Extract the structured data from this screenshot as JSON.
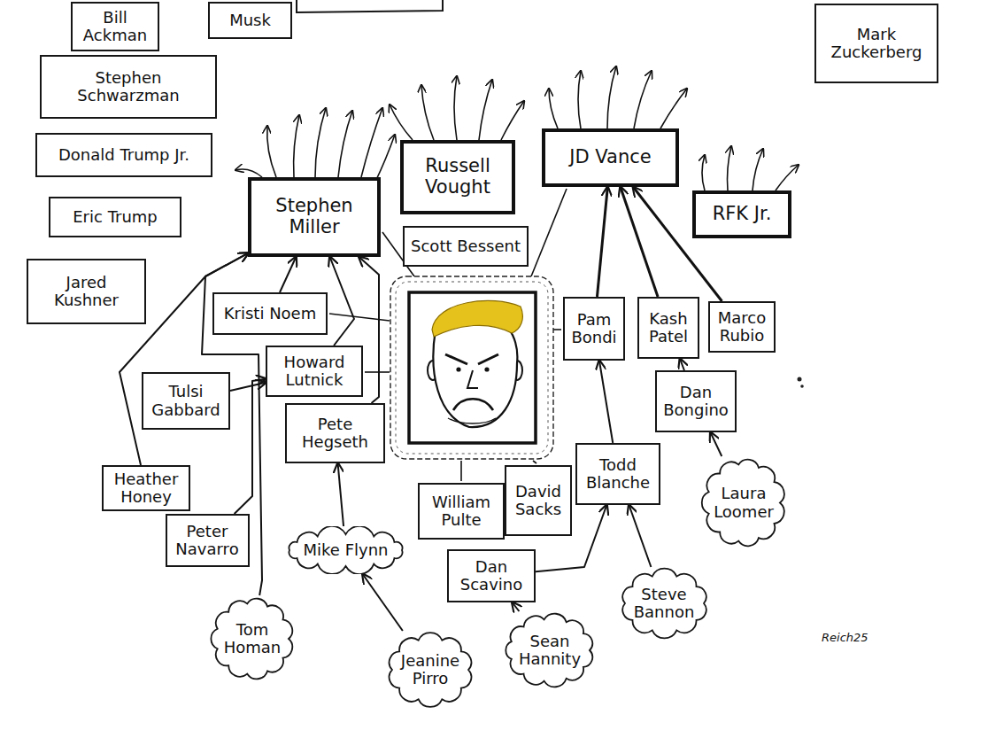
{
  "diagram": {
    "nodes": [
      {
        "text": [
          "Bill Ackman"
        ]
      },
      {
        "text": [
          "Musk"
        ]
      },
      {
        "text": [
          "Mark Zuckerberg"
        ]
      },
      {
        "text": [
          "Stephen Schwarzman"
        ]
      },
      {
        "text": [
          "Donald Trump Jr."
        ]
      },
      {
        "text": [
          "Eric Trump"
        ]
      },
      {
        "text": [
          "Jared Kushner"
        ]
      },
      {
        "text": [
          "Stephen Miller"
        ]
      },
      {
        "text": [
          "Russell Vought"
        ]
      },
      {
        "text": [
          "JD Vance"
        ]
      },
      {
        "text": [
          "RFK Jr."
        ]
      },
      {
        "text": [
          "Scott Bessent"
        ]
      },
      {
        "text": [
          "Kristi Noem"
        ]
      },
      {
        "text": [
          "Pam Bondi"
        ]
      },
      {
        "text": [
          "Kash Patel"
        ]
      },
      {
        "text": [
          "Marco Rubio"
        ]
      },
      {
        "text": [
          "Howard Lutnick"
        ]
      },
      {
        "text": [
          "Tulsi Gabbard"
        ]
      },
      {
        "text": [
          "Dan Bongino"
        ]
      },
      {
        "text": [
          "Pete Hegseth"
        ]
      },
      {
        "text": [
          "Todd Blanche"
        ]
      },
      {
        "text": [
          "Heather Honey"
        ]
      },
      {
        "text": [
          "David Sacks"
        ]
      },
      {
        "text": [
          "William Pulte"
        ]
      },
      {
        "text": [
          "Laura Loomer"
        ]
      },
      {
        "text": [
          "Peter Navarro"
        ]
      },
      {
        "text": [
          "Mike Flynn"
        ]
      },
      {
        "text": [
          "Dan Scavino"
        ]
      },
      {
        "text": [
          "Steve Bannon"
        ]
      },
      {
        "text": [
          "Sean Hannity"
        ]
      },
      {
        "text": [
          "Tom Homan"
        ]
      },
      {
        "text": [
          "Jeanine Pirro"
        ]
      }
    ],
    "edges": [
      {
        "from": 12,
        "to": 7,
        "arrow": "to"
      },
      {
        "from": 16,
        "to": 7,
        "arrow": "to"
      },
      {
        "from": 19,
        "to": 7,
        "arrow": "to"
      },
      {
        "from": 17,
        "to": 16,
        "arrow": "to"
      },
      {
        "from": 21,
        "to": 7,
        "arrow": "to"
      },
      {
        "from": 25,
        "to": 16,
        "arrow": "to"
      },
      {
        "from": 30,
        "to": 7,
        "arrow": "to"
      },
      {
        "from": 26,
        "to": 19,
        "arrow": "to"
      },
      {
        "from": 31,
        "to": 26,
        "arrow": "to"
      },
      {
        "from": 29,
        "to": 27,
        "arrow": "to"
      },
      {
        "from": 27,
        "to": 20,
        "arrow": "to"
      },
      {
        "from": 28,
        "to": 20,
        "arrow": "to"
      },
      {
        "from": 20,
        "to": 13,
        "arrow": "to"
      },
      {
        "from": 24,
        "to": 18,
        "arrow": "to"
      },
      {
        "from": 18,
        "to": 14,
        "arrow": "to"
      },
      {
        "from": 13,
        "to": 9,
        "arrow": "to"
      },
      {
        "from": 14,
        "to": 9,
        "arrow": "to"
      },
      {
        "from": 15,
        "to": 9,
        "arrow": "to"
      }
    ],
    "labels": [
      "Reich25"
    ]
  }
}
